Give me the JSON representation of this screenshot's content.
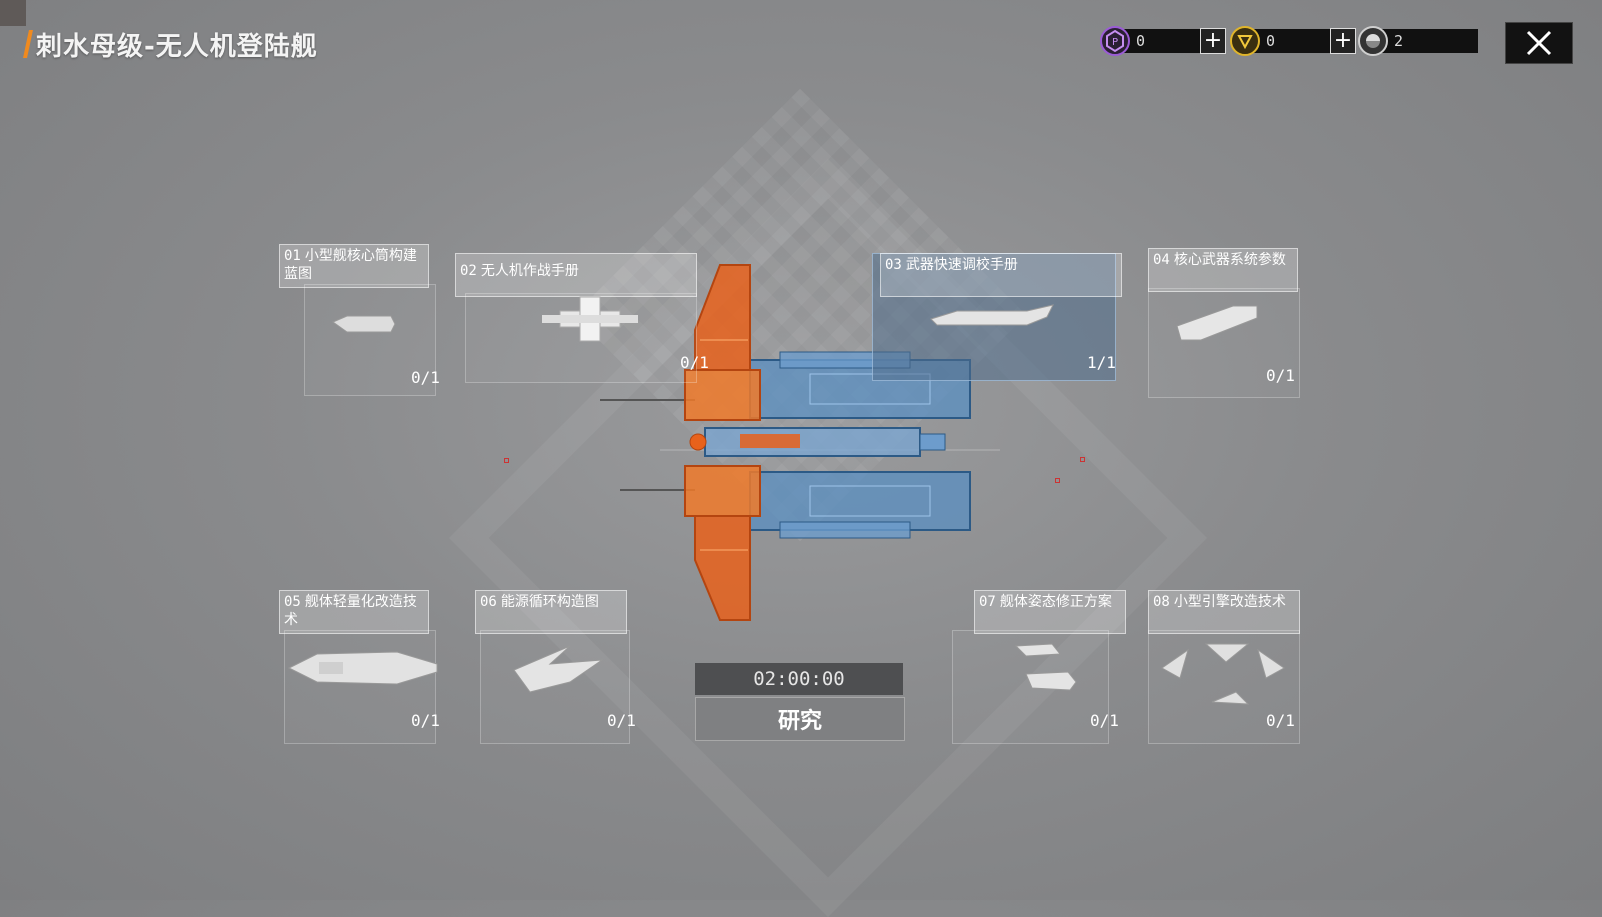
{
  "header": {
    "title": "刺水母级-无人机登陆舰"
  },
  "resources": [
    {
      "name": "purple-token-icon",
      "value": "0",
      "has_plus": true,
      "color": "#9b5bd6"
    },
    {
      "name": "gold-coin-icon",
      "value": "0",
      "has_plus": true,
      "color": "#e0b52a"
    },
    {
      "name": "silver-chip-icon",
      "value": "2",
      "has_plus": false,
      "color": "#cfcfcf"
    }
  ],
  "close": {
    "icon": "close-icon"
  },
  "blueprints": [
    {
      "num": "01",
      "label": "小型舰核心筒构建蓝图",
      "count": "0/1"
    },
    {
      "num": "02",
      "label": "无人机作战手册",
      "count": "0/1"
    },
    {
      "num": "03",
      "label": "武器快速调校手册",
      "count": "1/1"
    },
    {
      "num": "04",
      "label": "核心武器系统参数",
      "count": "0/1"
    },
    {
      "num": "05",
      "label": "舰体轻量化改造技术",
      "count": "0/1"
    },
    {
      "num": "06",
      "label": "能源循环构造图",
      "count": "0/1"
    },
    {
      "num": "07",
      "label": "舰体姿态修正方案",
      "count": "0/1"
    },
    {
      "num": "08",
      "label": "小型引擎改造技术",
      "count": "0/1"
    }
  ],
  "research": {
    "timer": "02:00:00",
    "button_label": "研究"
  },
  "colors": {
    "accent": "#f08a1e",
    "ship_orange": "#e8621c",
    "ship_blue": "#5a8fc2"
  }
}
